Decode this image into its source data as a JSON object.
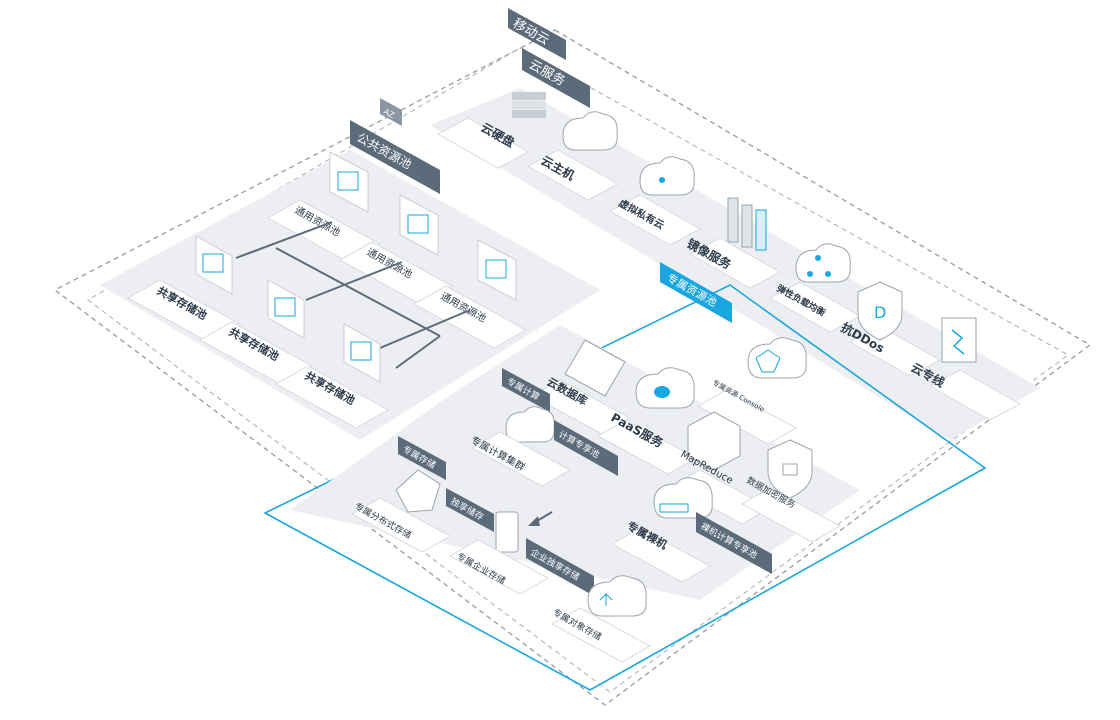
{
  "labels": {
    "mobile_cloud": "移动云",
    "cloud_services": "云服务",
    "az": "AZ",
    "public_pool": "公共资源池",
    "dedicated_pool": "专属资源池",
    "dedicated_compute": "专属计算",
    "compute_pool": "计算专享池",
    "dedicated_storage": "专属存储",
    "exclusive_storage": "独享储存",
    "enterprise_storage": "企业独享存储",
    "bare_metal_pool": "裸机计算专享池"
  },
  "cloud_services": [
    {
      "label": "云硬盘",
      "icon": "hard-disk-stack-icon"
    },
    {
      "label": "云主机",
      "icon": "cloud-host-icon"
    },
    {
      "label": "虚拟私有云",
      "icon": "vpc-cloud-icon"
    },
    {
      "label": "镜像服务",
      "icon": "image-books-icon"
    },
    {
      "label": "弹性负载均衡",
      "icon": "load-balancer-icon"
    },
    {
      "label": "抗DDos",
      "icon": "shield-d-icon"
    },
    {
      "label": "云专线",
      "icon": "dedicated-line-icon"
    }
  ],
  "public_pool_items": {
    "general": [
      "通用资源池",
      "通用资源池",
      "通用资源池"
    ],
    "shared": [
      "共享存储池",
      "共享存储池",
      "共享存储池"
    ]
  },
  "dedicated_items": {
    "cloud_db": "云数据库",
    "paas": "PaaS服务",
    "console": "专属资源 Console",
    "mapreduce": "MapReduce",
    "data_encryption": "数据加密服务",
    "compute_cluster": "专属计算集群",
    "bare_metal": "专属裸机",
    "distributed_storage": "专属分布式存储",
    "enterprise_store": "专属企业存储",
    "object_storage": "专属对象存储"
  },
  "colors": {
    "accent": "#1aa6e0",
    "tag_dark": "#5c6b7a",
    "platform": "#eceef1",
    "dashed": "#9aa1a8"
  }
}
